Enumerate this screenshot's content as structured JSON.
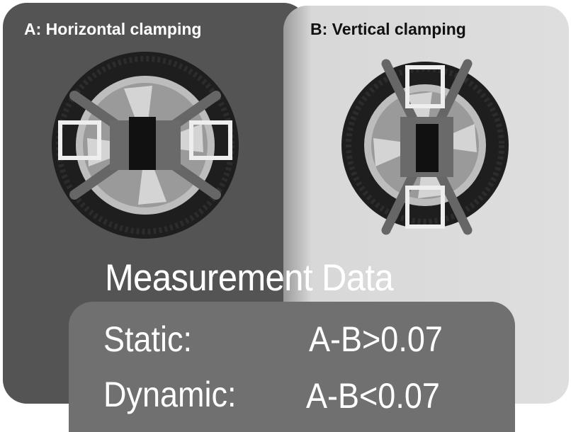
{
  "panels": {
    "a_label": "A: Horizontal clamping",
    "b_label": "B: Vertical clamping"
  },
  "measurement": {
    "title": "Measurement Data",
    "rows": [
      {
        "label": "Static:",
        "value": "A-B>0.07"
      },
      {
        "label": "Dynamic:",
        "value": "A-B<0.07"
      }
    ]
  },
  "colors": {
    "dark_panel": "#545454",
    "light_panel": "#dedede",
    "data_box": "#707070"
  }
}
